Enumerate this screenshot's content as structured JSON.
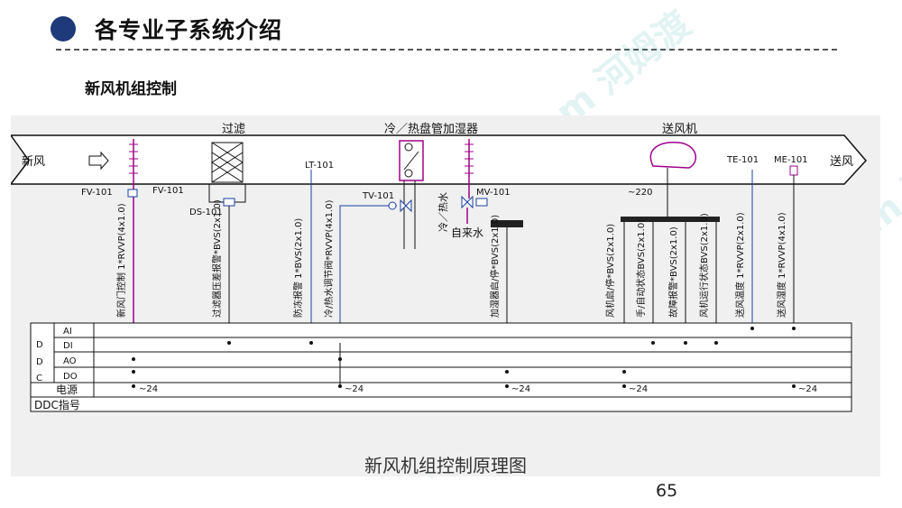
{
  "page": {
    "title": "各专业子系统介绍",
    "subtitle": "新风机组控制",
    "page_number": "65",
    "watermark": "homedo.com 河姆渡"
  },
  "diagram": {
    "caption": "新风机组控制原理图",
    "top_labels": {
      "filter": "过滤",
      "coil": "冷／热盘管加湿器",
      "fan": "送风机"
    },
    "duct": {
      "inlet": "新风",
      "outlet": "送风"
    },
    "tags": {
      "fv101a": "FV-101",
      "fv101b": "FV-101",
      "ds101": "DS-101",
      "lt101": "LT-101",
      "tv101": "TV-101",
      "mv101": "MV-101",
      "te101": "TE-101",
      "me101": "ME-101",
      "fan_power": "~220",
      "coil_water": "冷／热水",
      "tap_water": "自来水"
    },
    "vertical_labels": [
      "新风门控制 1*RVVP(4x1.0)",
      "过滤器压差报警*BVS(2x1.0)",
      "防冻报警 1*BVS(2x1.0)",
      "冷/热水调节阀*RVVP(4x1.0)",
      "加湿器启/停*BVS(2x1.0)",
      "风机启/停*BVS(2x1.0)",
      "手/自动状态BVS(2x1.0)",
      "故障报警*BVS(2x1.0)",
      "风机运行状态BVS(2x1.0)",
      "送风温度 1*RVVP(2x1.0)",
      "送风湿度 1*RVVP(4x1.0)"
    ],
    "table": {
      "ddc_letters": [
        "D",
        "D",
        "C"
      ],
      "rows": [
        "AI",
        "DI",
        "AO",
        "DO",
        "电源",
        "DDC指号"
      ],
      "power_marks": [
        "~24",
        "~24",
        "~24",
        "~24",
        "~24"
      ]
    }
  }
}
